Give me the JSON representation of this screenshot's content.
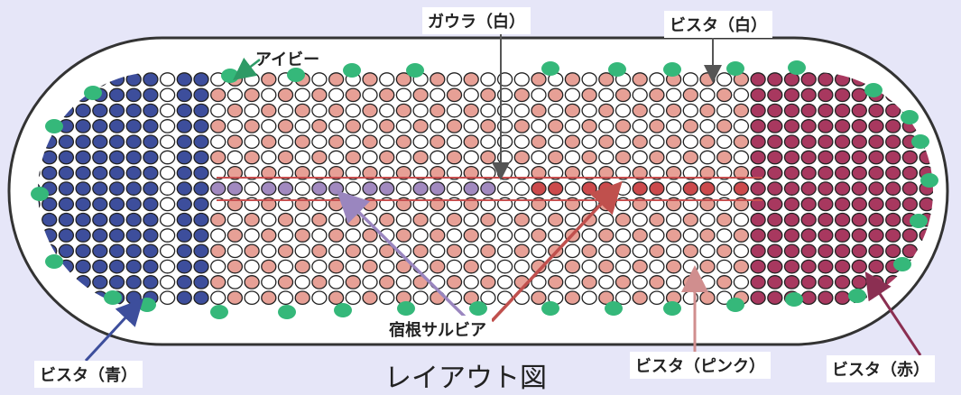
{
  "labels": {
    "gaura_white": "ガウラ（白）",
    "vista_white": "ビスタ（白）",
    "ivy": "アイビー",
    "perennial_salvia": "宿根サルビア",
    "vista_blue": "ビスタ（青）",
    "vista_pink": "ビスタ（ピンク）",
    "vista_red": "ビスタ（赤）",
    "caption": "レイアウト図"
  },
  "colors": {
    "background": "#e6e6f8",
    "bed_fill": "#ffffff",
    "outline": "#333333",
    "vista_blue": "#3d4e9c",
    "vista_pink": "#e7a096",
    "vista_white": "#ffffff",
    "vista_red": "#a8385f",
    "salvia": "#a28ac0",
    "salvia_red": "#cc4a4c",
    "gaura": "#ffffff",
    "ivy": "#35b87a",
    "guide_line": "#c85050"
  }
}
